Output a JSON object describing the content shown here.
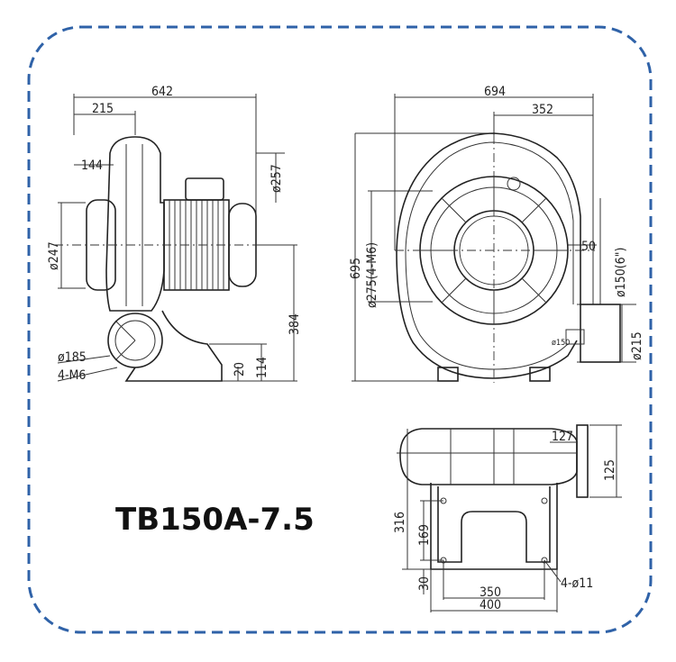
{
  "model": "TB150A-7.5",
  "side_view": {
    "overall_width": "642",
    "inlet_offset": "215",
    "motor_diameter": "ø257",
    "flange_offset": "144",
    "housing_diameter": "ø247",
    "shaft_height": "384",
    "base_height": "114",
    "base_plate": "20",
    "outlet_diameter": "ø185",
    "outlet_bolts": "4-M6"
  },
  "front_view": {
    "overall_width": "694",
    "center_offset": "352",
    "overall_height": "695",
    "inlet_bolt_circle": "ø275(4-M6)",
    "outlet_center": "50",
    "outlet_bore": "ø150(6\")",
    "outlet_flange": "ø215",
    "outlet_tag": "ø150"
  },
  "bottom_view": {
    "flange_depth": "127",
    "flange_width": "125",
    "base_depth": "316",
    "hole_spacing_y": "169",
    "hole_offset": "30",
    "hole_spacing_x": "350",
    "base_width": "400",
    "mount_holes": "4-ø11"
  },
  "colors": {
    "frame": "#2f62a8",
    "line": "#333333"
  }
}
